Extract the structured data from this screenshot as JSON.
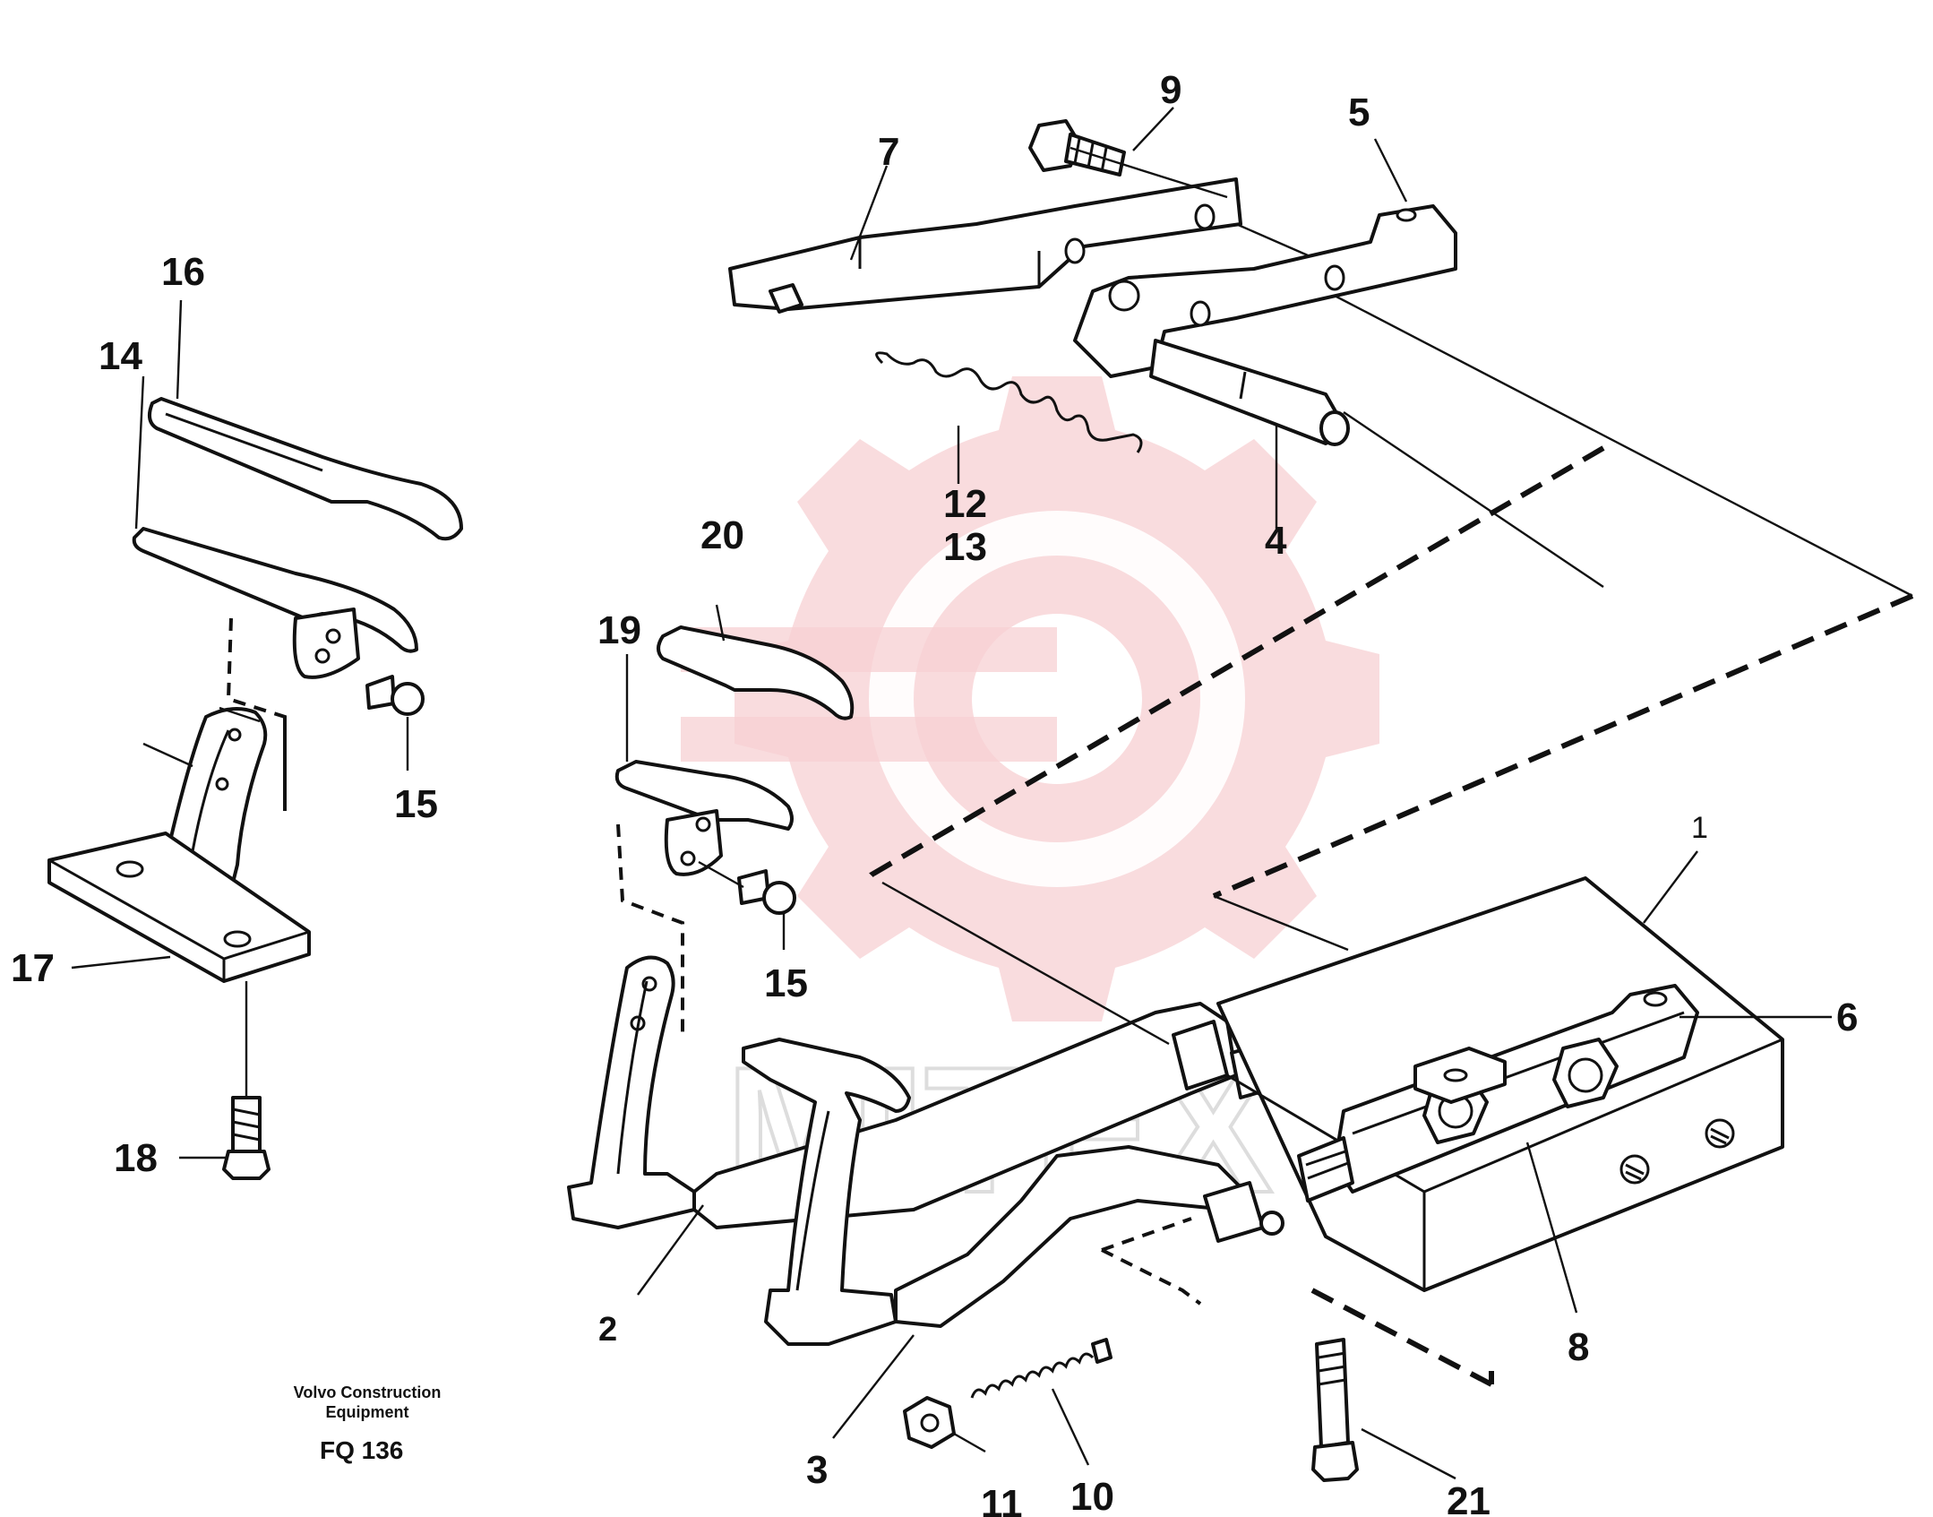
{
  "figure": {
    "code": "FQ 136",
    "publisher_line1": "Volvo Construction",
    "publisher_line2": "Equipment"
  },
  "watermark": {
    "text": "MITEX",
    "logo_color": "#f7d0d3"
  },
  "callouts": {
    "c1": "1",
    "c2": "2",
    "c3": "3",
    "c4": "4",
    "c5": "5",
    "c6": "6",
    "c7": "7",
    "c8": "8",
    "c9": "9",
    "c10": "10",
    "c11": "11",
    "c12": "12",
    "c13": "13",
    "c14": "14",
    "c15a": "15",
    "c15b": "15",
    "c16": "16",
    "c17": "17",
    "c18": "18",
    "c19": "19",
    "c20": "20",
    "c21": "21"
  }
}
